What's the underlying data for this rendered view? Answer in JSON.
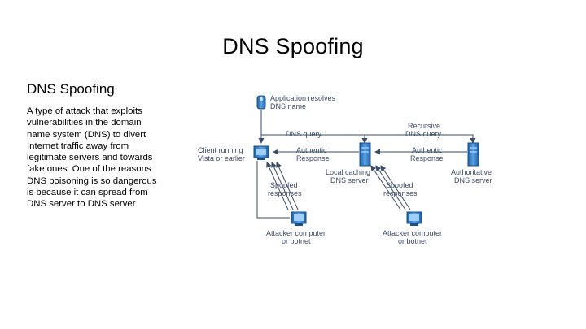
{
  "slide": {
    "title": "DNS Spoofing",
    "heading": "DNS Spoofing",
    "body": "A type of attack that exploits vulnerabilities in the domain name system (DNS) to divert Internet traffic away from legitimate servers and towards fake ones. One of the reasons DNS poisoning is so dangerous is because it can spread from DNS server to DNS server"
  },
  "diagram": {
    "app_resolves": [
      "Application resolves",
      "DNS name"
    ],
    "client": [
      "Client running",
      "Vista or earlier"
    ],
    "dns_query": "DNS query",
    "authentic_response_1": [
      "Authentic",
      "Response"
    ],
    "recursive_query": [
      "Recursive",
      "DNS query"
    ],
    "authentic_response_2": [
      "Authentic",
      "Response"
    ],
    "local_server": [
      "Local caching",
      "DNS server"
    ],
    "auth_server": [
      "Authoritative",
      "DNS server"
    ],
    "spoofed_1": [
      "Spoofed",
      "responses"
    ],
    "spoofed_2": [
      "Spoofed",
      "responses"
    ],
    "attacker_1": [
      "Attacker computer",
      "or botnet"
    ],
    "attacker_2": [
      "Attacker computer",
      "or botnet"
    ],
    "icon_color": "#3a86cf",
    "line_color": "#3c4b66"
  }
}
